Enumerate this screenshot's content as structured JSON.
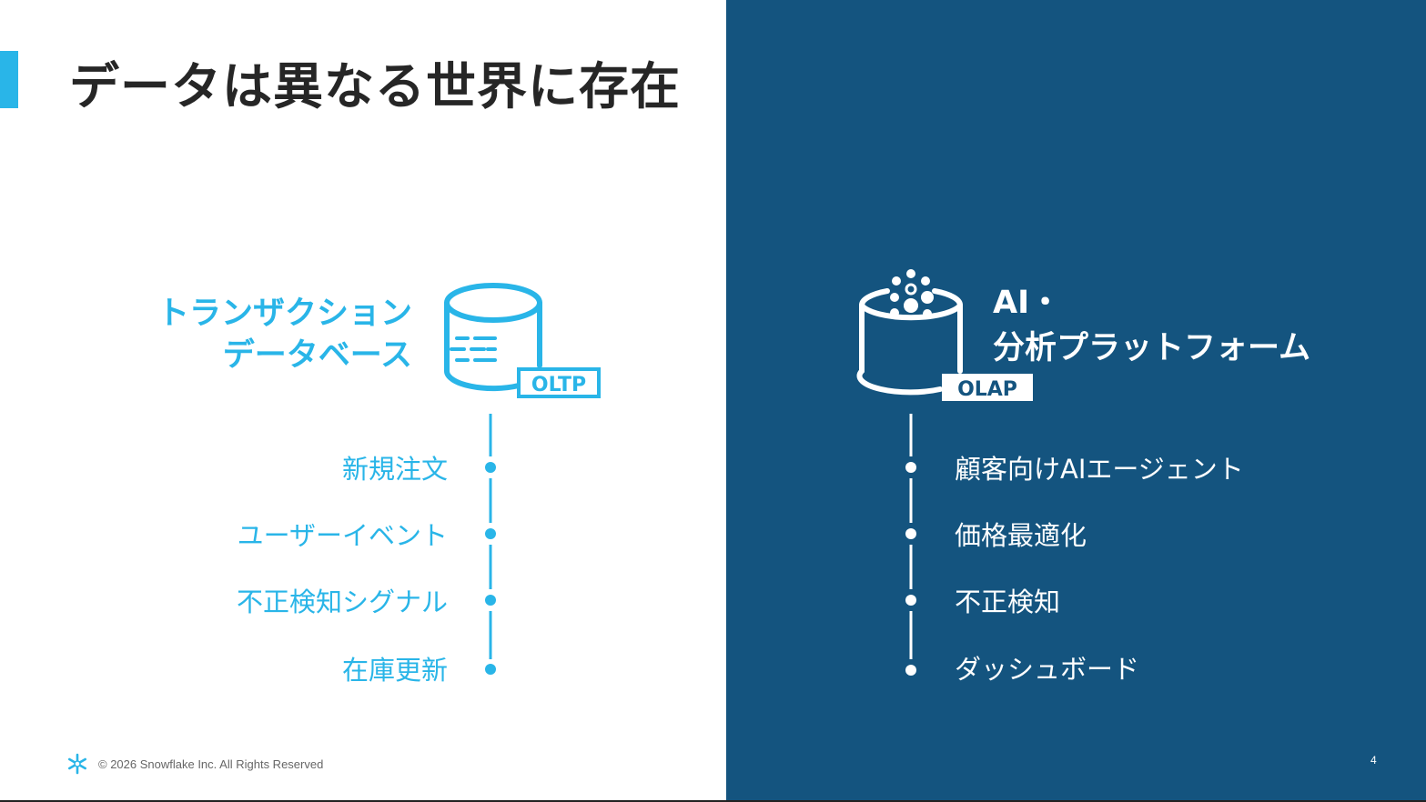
{
  "slide": {
    "title": "データは異なる世界に存在",
    "page_number": "4",
    "footer": "© 2026 Snowflake Inc. All Rights Reserved"
  },
  "left": {
    "heading_line1": "トランザクション",
    "heading_line2": "データベース",
    "badge": "OLTP",
    "items": [
      "新規注文",
      "ユーザーイベント",
      "不正検知シグナル",
      "在庫更新"
    ]
  },
  "right": {
    "heading_line1": "AI・",
    "heading_line2": "分析プラットフォーム",
    "badge": "OLAP",
    "items": [
      "顧客向けAIエージェント",
      "価格最適化",
      "不正検知",
      "ダッシュボード"
    ]
  },
  "colors": {
    "accent": "#29b5e8",
    "right_background": "#14547f",
    "title_text": "#262626"
  },
  "icons": {
    "left": "transactional-database-icon",
    "right": "analytics-database-icon",
    "footer": "snowflake-logo-icon"
  }
}
